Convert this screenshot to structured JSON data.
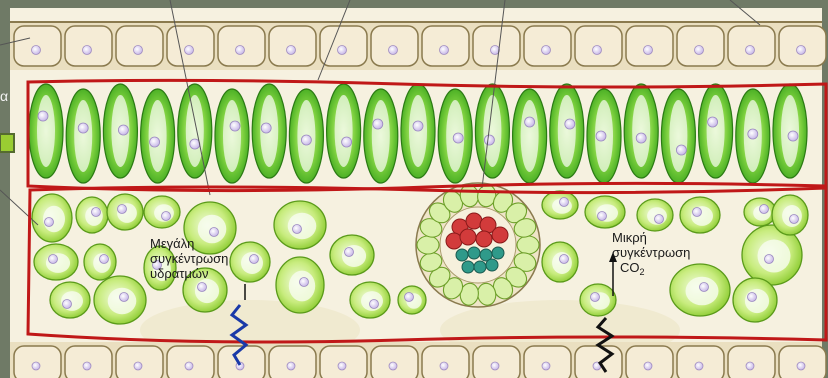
{
  "labels": {
    "high_concentration": {
      "line1": "Μεγάλη",
      "line2": "συγκέντρωση",
      "line3": "υδρατμών"
    },
    "low_concentration": {
      "line1": "Μικρή",
      "line2": "συγκέντρωση",
      "line3": "CO",
      "line3_sub": "2"
    },
    "left_edge_letter": "α"
  },
  "colors": {
    "background": "#6f7a66",
    "epidermis_fill": "#f5ecd6",
    "cell_outline": "#8a7a4e",
    "palisade_green": "#37b21c",
    "spongy_green": "#9fd83a",
    "xylem_red": "#d23b3b",
    "phloem_teal": "#2f9a8a",
    "highlight_outline": "#c01818"
  }
}
